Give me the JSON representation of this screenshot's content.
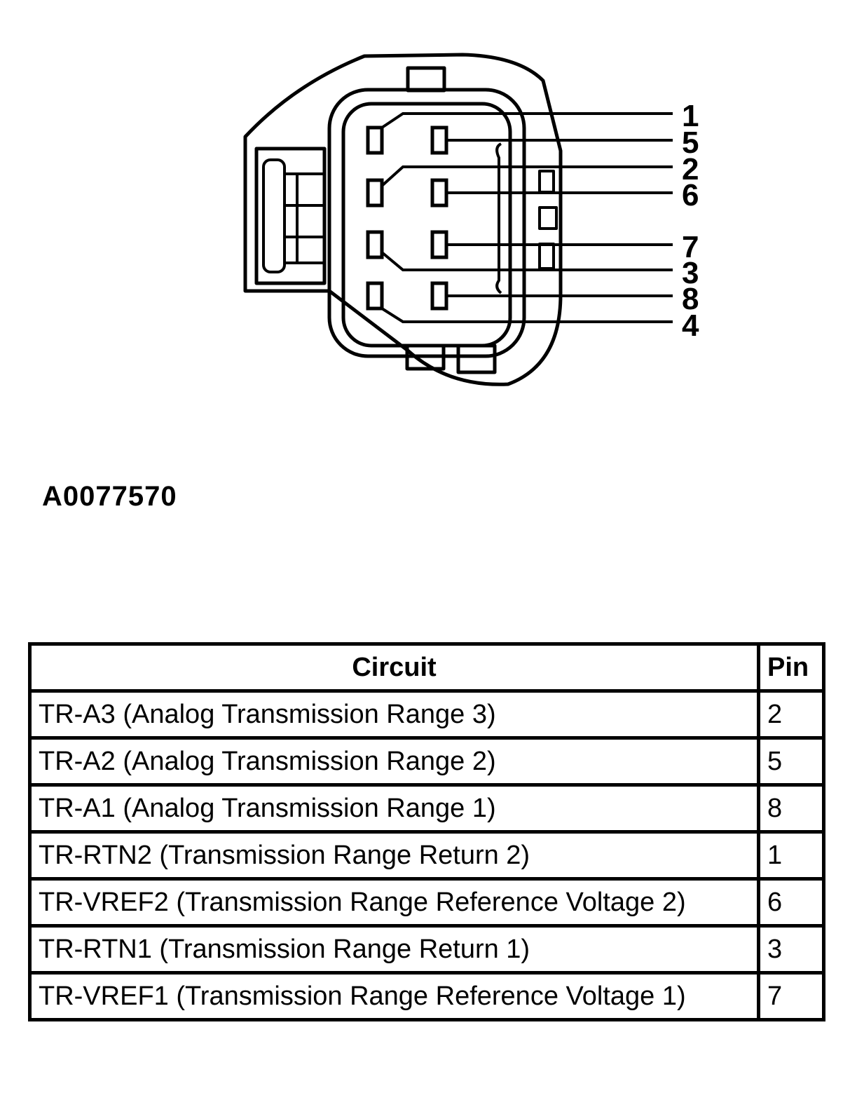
{
  "diagram": {
    "pin_labels": [
      "1",
      "5",
      "2",
      "6",
      "7",
      "3",
      "8",
      "4"
    ],
    "figure_id": "A0077570"
  },
  "table": {
    "headers": {
      "circuit": "Circuit",
      "pin": "Pin"
    },
    "rows": [
      {
        "circuit": "TR-A3 (Analog Transmission Range 3)",
        "pin": "2"
      },
      {
        "circuit": "TR-A2 (Analog Transmission Range 2)",
        "pin": "5"
      },
      {
        "circuit": "TR-A1 (Analog Transmission Range 1)",
        "pin": "8"
      },
      {
        "circuit": "TR-RTN2 (Transmission Range Return 2)",
        "pin": "1"
      },
      {
        "circuit": "TR-VREF2 (Transmission Range Reference Voltage 2)",
        "pin": "6"
      },
      {
        "circuit": "TR-RTN1 (Transmission Range Return 1)",
        "pin": "3"
      },
      {
        "circuit": "TR-VREF1 (Transmission Range Reference Voltage 1)",
        "pin": "7"
      }
    ]
  }
}
